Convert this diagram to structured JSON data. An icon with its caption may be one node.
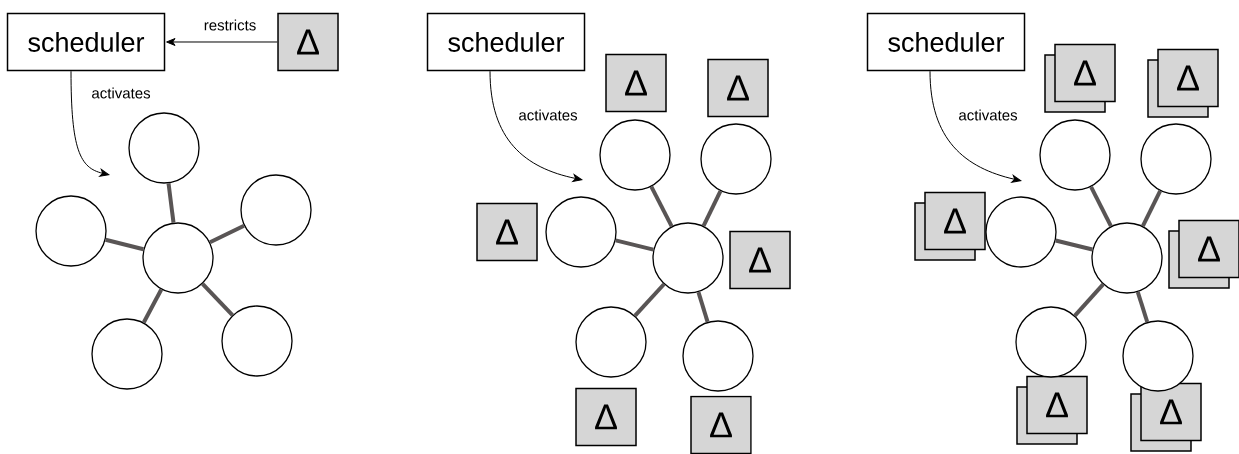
{
  "diagram": {
    "nodes": [
      {
        "text": [
          "scheduler"
        ]
      },
      {
        "text": [
          "Δ"
        ]
      },
      {
        "text": [],
        "shape": "circle"
      },
      {
        "text": [],
        "shape": "circle"
      },
      {
        "text": [],
        "shape": "circle"
      },
      {
        "text": [],
        "shape": "circle"
      },
      {
        "text": [],
        "shape": "circle"
      },
      {
        "text": [],
        "shape": "circle"
      },
      {
        "text": [
          "scheduler"
        ]
      },
      {
        "text": [
          "Δ"
        ]
      },
      {
        "text": [
          "Δ"
        ]
      },
      {
        "text": [
          "Δ"
        ]
      },
      {
        "text": [
          "Δ"
        ]
      },
      {
        "text": [
          "Δ"
        ]
      },
      {
        "text": [
          "Δ"
        ]
      },
      {
        "text": [],
        "shape": "circle"
      },
      {
        "text": [],
        "shape": "circle"
      },
      {
        "text": [],
        "shape": "circle"
      },
      {
        "text": [],
        "shape": "circle"
      },
      {
        "text": [],
        "shape": "circle"
      },
      {
        "text": [],
        "shape": "circle"
      },
      {
        "text": [
          "scheduler"
        ]
      },
      {
        "text": [
          "Δ"
        ]
      },
      {
        "text": [
          "Δ"
        ]
      },
      {
        "text": [
          "Δ"
        ]
      },
      {
        "text": [
          "Δ"
        ]
      },
      {
        "text": [
          "Δ"
        ]
      },
      {
        "text": [
          "Δ"
        ]
      },
      {
        "text": [],
        "shape": "circle"
      },
      {
        "text": [],
        "shape": "circle"
      },
      {
        "text": [],
        "shape": "circle"
      },
      {
        "text": [],
        "shape": "circle"
      },
      {
        "text": [],
        "shape": "circle"
      },
      {
        "text": [],
        "shape": "circle"
      }
    ],
    "edges": [
      {
        "from": 1,
        "to": 0,
        "arrow": "to",
        "label": "restricts",
        "color": "#000000"
      },
      {
        "from": 0,
        "to": null,
        "arrow": "to",
        "label": "activates",
        "color": "#000000"
      },
      {
        "from": 2,
        "to": 3,
        "arrow": "none"
      },
      {
        "from": 2,
        "to": 4,
        "arrow": "none"
      },
      {
        "from": 2,
        "to": 5,
        "arrow": "none"
      },
      {
        "from": 2,
        "to": 6,
        "arrow": "none"
      },
      {
        "from": 2,
        "to": 7,
        "arrow": "none"
      },
      {
        "from": 8,
        "to": null,
        "arrow": "to",
        "label": "activates",
        "color": "#000000"
      },
      {
        "from": 15,
        "to": 16,
        "arrow": "none"
      },
      {
        "from": 15,
        "to": 17,
        "arrow": "none"
      },
      {
        "from": 15,
        "to": 18,
        "arrow": "none"
      },
      {
        "from": 15,
        "to": 19,
        "arrow": "none"
      },
      {
        "from": 15,
        "to": 20,
        "arrow": "none"
      },
      {
        "from": 21,
        "to": null,
        "arrow": "to",
        "label": "activates",
        "color": "#000000"
      },
      {
        "from": 28,
        "to": 29,
        "arrow": "none"
      },
      {
        "from": 28,
        "to": 30,
        "arrow": "none"
      },
      {
        "from": 28,
        "to": 31,
        "arrow": "none"
      },
      {
        "from": 28,
        "to": 32,
        "arrow": "none"
      },
      {
        "from": 28,
        "to": 33,
        "arrow": "none"
      }
    ]
  }
}
